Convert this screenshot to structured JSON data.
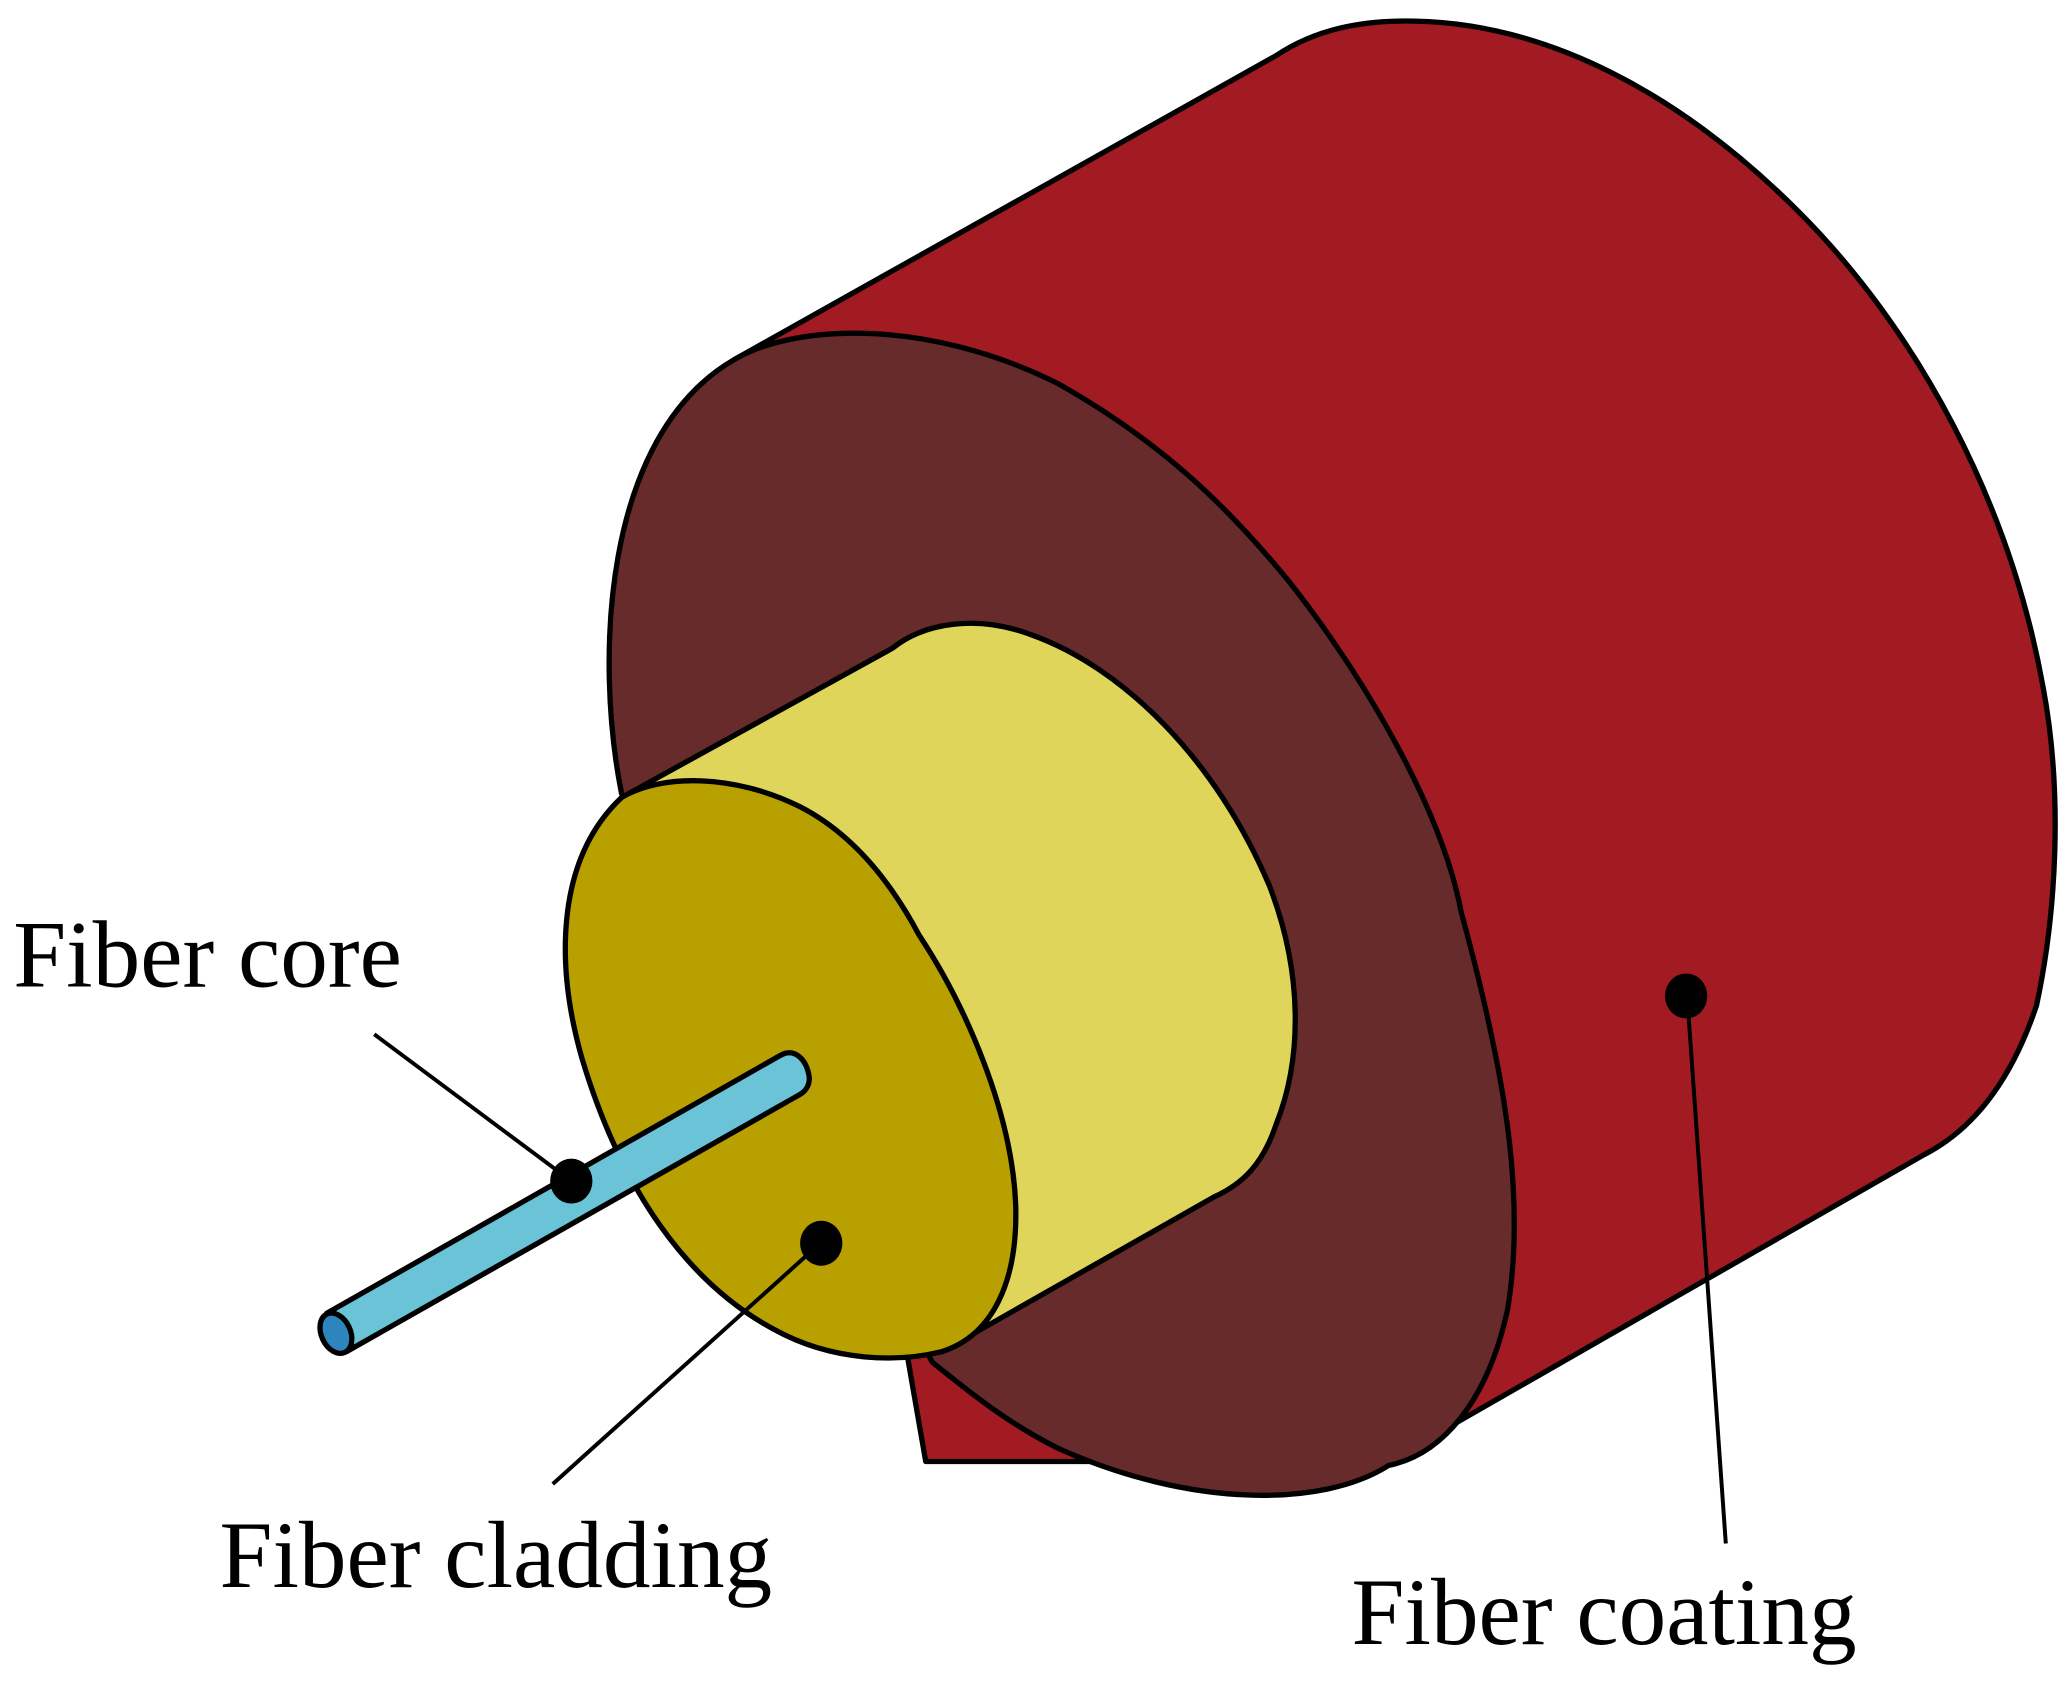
{
  "figure": {
    "title": "Optical fiber structure",
    "labels": {
      "core": "Fiber core",
      "cladding": "Fiber cladding",
      "coating": "Fiber coating"
    },
    "colors": {
      "coating_side": "#A31B22",
      "coating_face": "#662B2A",
      "cladding_side": "#DED55A",
      "cladding_face": "#B8A000",
      "core_side": "#6BC3D8",
      "core_face": "#2E84BC",
      "outline": "#000000",
      "background": "#FFFFFF"
    }
  }
}
